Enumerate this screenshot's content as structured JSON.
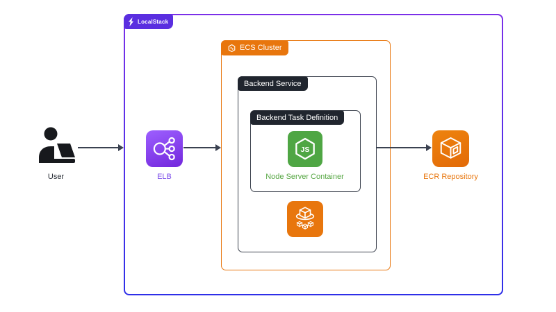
{
  "labels": {
    "localstack": "LocalStack",
    "ecs_cluster": "ECS Cluster",
    "backend_service": "Backend Service",
    "backend_task_definition": "Backend Task Definition",
    "node_server_container": "Node Server Container",
    "node_js_monogram": "JS",
    "user": "User",
    "elb": "ELB",
    "ecr_repository": "ECR Repository"
  },
  "icons": {
    "localstack_tab_icon": "localstack-logo-icon",
    "ecs_cluster_tab_icon": "hexagon-icon",
    "elb_icon": "load-balancer-icon",
    "ecr_icon": "registry-cube-icon",
    "ecs_service_icon": "ecs-containers-icon",
    "node_icon": "nodejs-hexagon-icon",
    "user_icon": "person-at-laptop-icon"
  },
  "colors": {
    "localstack-purple": "#5A2EE0",
    "border-purple-top": "#7B2FE8",
    "border-purple-bottom": "#2E2FE8",
    "aws-orange": "#E8760D",
    "dark-label": "#20252E",
    "dark-border": "#3A404C",
    "node-green": "#4FA644",
    "node-green-text": "#57A744",
    "elb-purple-light": "#9D5FFF",
    "elb-purple-dark": "#7227DC",
    "elb-text-purple": "#7C4DEA",
    "ecr-orange-light": "#EE830E",
    "ecr-orange-dark": "#E26A08",
    "arrow-gray": "#3A4150",
    "text-dark": "#262B33"
  }
}
